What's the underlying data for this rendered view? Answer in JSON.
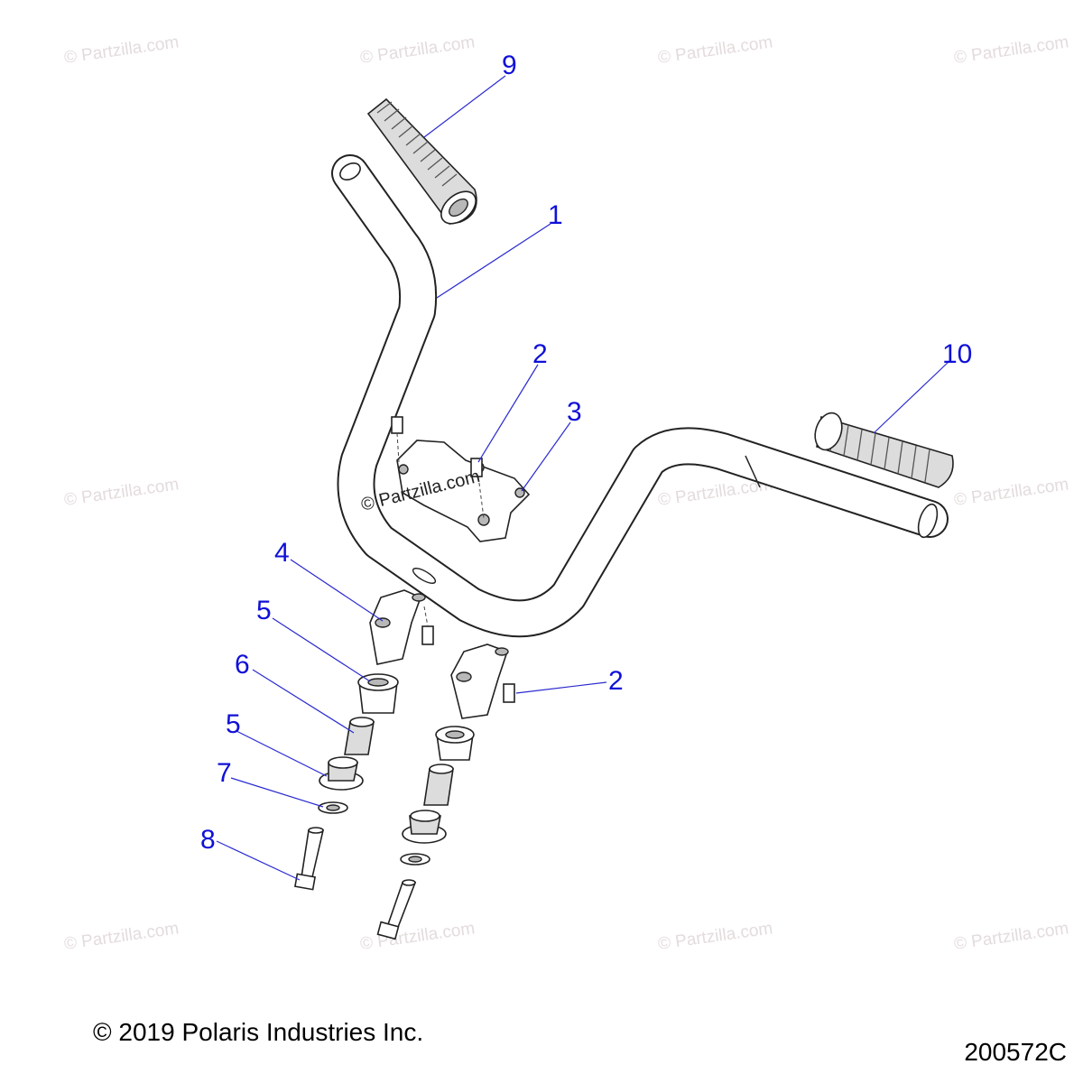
{
  "watermark": "© Partzilla.com",
  "copyright": "© 2019 Polaris Industries Inc.",
  "drawing_id": "200572C",
  "callouts": [
    {
      "id": "c9",
      "label": "9"
    },
    {
      "id": "c1",
      "label": "1"
    },
    {
      "id": "c2a",
      "label": "2"
    },
    {
      "id": "c3",
      "label": "3"
    },
    {
      "id": "c10",
      "label": "10"
    },
    {
      "id": "c4",
      "label": "4"
    },
    {
      "id": "c5a",
      "label": "5"
    },
    {
      "id": "c6",
      "label": "6"
    },
    {
      "id": "c5b",
      "label": "5"
    },
    {
      "id": "c7",
      "label": "7"
    },
    {
      "id": "c8",
      "label": "8"
    },
    {
      "id": "c2b",
      "label": "2"
    }
  ],
  "colors": {
    "callout": "#1010d8",
    "leader": "#2a2ad0",
    "watermark": "#e4dcdc"
  }
}
